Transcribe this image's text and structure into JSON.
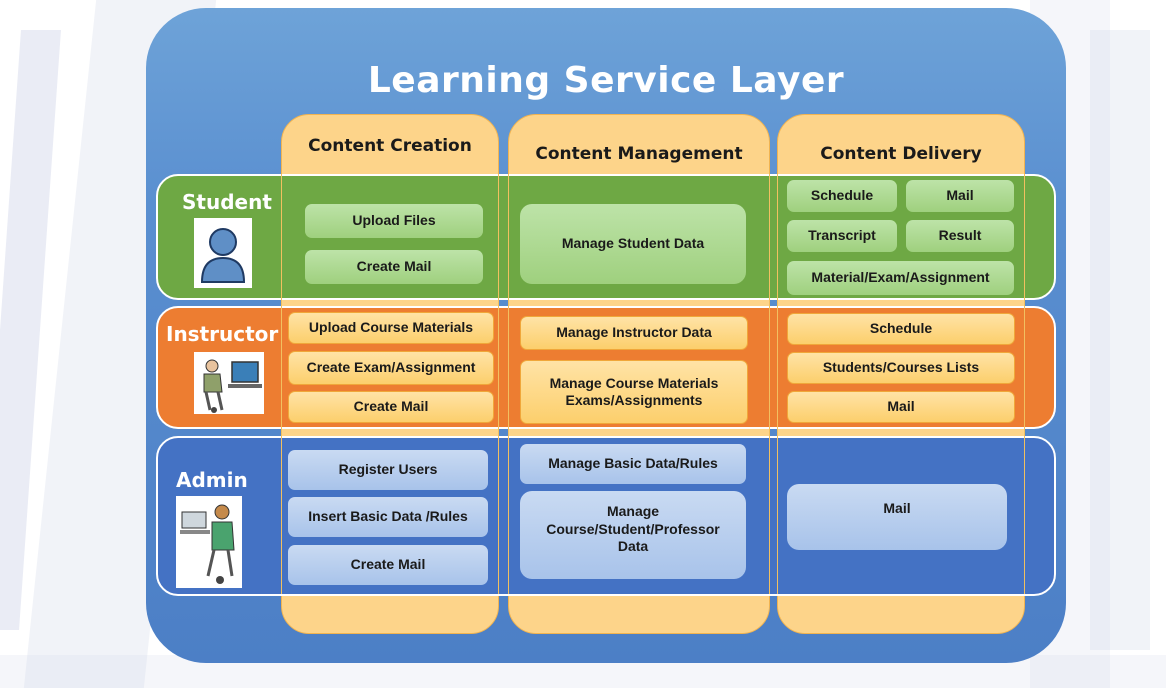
{
  "title": "Learning Service Layer",
  "columns": [
    "Content Creation",
    "Content Management",
    "Content Delivery"
  ],
  "roles": [
    "Student",
    "Instructor",
    "Admin"
  ],
  "student": {
    "creation": [
      "Upload Files",
      "Create Mail"
    ],
    "management": [
      "Manage Student Data"
    ],
    "delivery": [
      "Schedule",
      "Mail",
      "Transcript",
      "Result",
      "Material/Exam/Assignment"
    ]
  },
  "instructor": {
    "creation": [
      "Upload Course Materials",
      "Create Exam/Assignment",
      "Create Mail"
    ],
    "management": [
      "Manage Instructor Data",
      "Manage Course Materials Exams/Assignments"
    ],
    "delivery": [
      "Schedule",
      "Students/Courses Lists",
      "Mail"
    ]
  },
  "admin": {
    "creation": [
      "Register Users",
      "Insert Basic Data /Rules",
      "Create Mail"
    ],
    "management": [
      "Manage Basic Data/Rules",
      "Manage Course/Student/Professor Data"
    ],
    "delivery": [
      "Mail"
    ]
  },
  "colors": {
    "panel": "#5a8fd0",
    "column": "#fdd48a",
    "student_row": "#6ea844",
    "instructor_row": "#ed7d31",
    "admin_row": "#4472c4"
  }
}
